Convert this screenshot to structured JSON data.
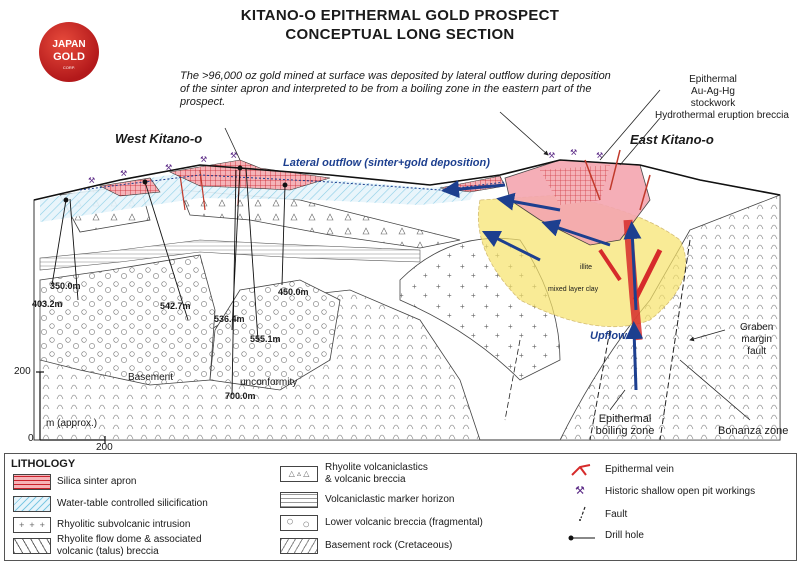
{
  "title": {
    "line1": "KITANO-O EPITHERMAL GOLD PROSPECT",
    "line2": "CONCEPTUAL LONG SECTION"
  },
  "logo": {
    "line1": "JAPAN",
    "line2": "GOLD",
    "line3": "CORP."
  },
  "note": "The >96,000 oz gold mined at surface was deposited by lateral outflow during deposition of the sinter apron and interpreted to be from a boiling zone in the eastern part of the prospect.",
  "labels": {
    "west": "West Kitano-o",
    "east": "East Kitano-o",
    "lateral_outflow": "Lateral outflow (sinter+gold deposition)",
    "stockwork": "Epithermal\nAu-Ag-Hg stockwork",
    "stockwork_1": "Epithermal",
    "stockwork_2": "Au-Ag-Hg stockwork",
    "eruption_breccia": "Hydrothermal eruption breccia",
    "mixed_layer_clay": "mixed layer clay",
    "illite": "illite",
    "upflow": "Upflow",
    "graben_1": "Graben",
    "graben_2": "margin",
    "graben_3": "fault",
    "boiling_1": "Epithermal",
    "boiling_2": "boiling zone",
    "bonanza": "Bonanza zone",
    "basement": "Basement",
    "unconformity": "unconformity"
  },
  "drill_depths": [
    "350.0m",
    "403.2m",
    "542.7m",
    "536.4m",
    "555.1m",
    "450.0m",
    "700.0m"
  ],
  "scale": {
    "v_value": "200",
    "zero": "0",
    "unit": "m (approx.)",
    "h_value": "200"
  },
  "legend": {
    "title": "LITHOLOGY",
    "col1": [
      "Silica sinter apron",
      "Water-table controlled silicification",
      "Rhyolitic subvolcanic intrusion",
      "Rhyolite flow dome & associated\nvolcanic (talus) breccia"
    ],
    "col1_4a": "Rhyolite flow dome & associated",
    "col1_4b": "volcanic (talus) breccia",
    "col2_1a": "Rhyolite volcaniclastics",
    "col2_1b": "& volcanic breccia",
    "col2": [
      "Volcaniclastic marker horizon",
      "Lower volcanic breccia (fragmental)",
      "Basement rock (Cretaceous)"
    ],
    "col3": [
      "Epithermal vein",
      "Historic shallow open pit workings",
      "Fault",
      "Drill hole"
    ]
  },
  "colors": {
    "sinter": "#e8434b",
    "silicification": "#7ec8e3",
    "alteration_yellow": "#f7e36a",
    "alteration_pink": "#f4a6b0",
    "arrow_blue": "#1d3f8f",
    "vein_red": "#d62b2b"
  }
}
